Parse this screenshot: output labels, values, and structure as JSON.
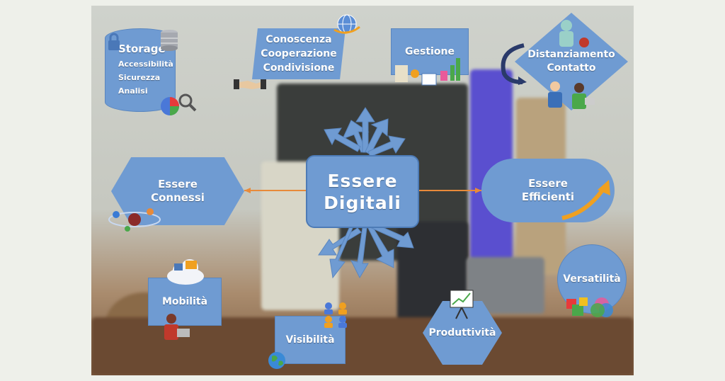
{
  "center": {
    "line1": "Essere",
    "line2": "Digitali"
  },
  "nodes": {
    "connessi": {
      "line1": "Essere",
      "line2": "Connessi"
    },
    "efficienti": {
      "line1": "Essere",
      "line2": "Efficienti"
    },
    "storage": {
      "title": "Storage",
      "items": [
        "Accessibilità",
        "Sicurezza",
        "Analisi"
      ]
    },
    "conoscenza": {
      "lines": [
        "Conoscenza",
        "Cooperazione",
        "Condivisione"
      ]
    },
    "gestione": {
      "label": "Gestione"
    },
    "distanziamento": {
      "line1": "Distanziamento",
      "line2": "Contatto"
    },
    "mobilita": {
      "label": "Mobilità"
    },
    "visibilita": {
      "label": "Visibilità"
    },
    "produttivita": {
      "label": "Produttività"
    },
    "versatilita": {
      "label": "Versatilità"
    }
  },
  "colors": {
    "node": "#6f9bd2",
    "node_border": "#4d7bb6",
    "connector": "#e88a3a",
    "text": "#ffffff"
  },
  "icons": [
    "lock-icon",
    "database-icon",
    "pie-chart-icon",
    "magnifier-icon",
    "globe-icon",
    "handshake-icon",
    "people-icon",
    "calendar-icon",
    "bar-chart-icon",
    "doctor-icon",
    "gear-icon",
    "curved-arrow-icon",
    "rising-arrow-icon",
    "atom-icon",
    "cloud-icon",
    "laptop-user-icon",
    "user-group-icon",
    "easel-chart-icon",
    "color-blocks-icon"
  ]
}
